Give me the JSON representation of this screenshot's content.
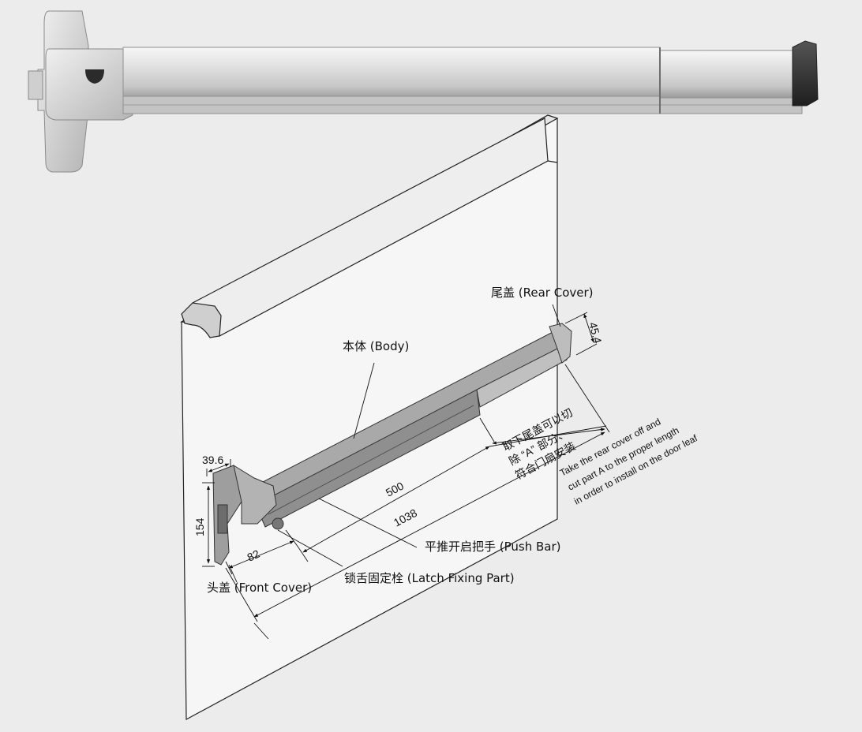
{
  "labels": {
    "rear_cover": "尾盖 (Rear Cover)",
    "body": "本体 (Body)",
    "push_bar": "平推开启把手 (Push Bar)",
    "latch_fixing": "锁舌固定栓 (Latch Fixing Part)",
    "front_cover": "头盖 (Front Cover)"
  },
  "dimensions": {
    "rear_height": "45.4",
    "front_depth": "39.6",
    "front_height": "154",
    "latch_offset": "82",
    "bar_length": "500",
    "total_length": "1038"
  },
  "notes": {
    "cn_line1": "取下尾盖可以切",
    "cn_line2": "除 “A” 部分、",
    "cn_line3": "符合门扇安装",
    "en_line1": "Take the rear cover off and",
    "en_line2": "cut part A to the proper length",
    "en_line3": "in order to install on the door leaf"
  },
  "colors": {
    "background": "#ececec",
    "door": "#f4f4f4",
    "bar_gray": "#a8a8a8",
    "metal_light": "#d9d9d9",
    "rear_cap": "#3a3a3a"
  }
}
